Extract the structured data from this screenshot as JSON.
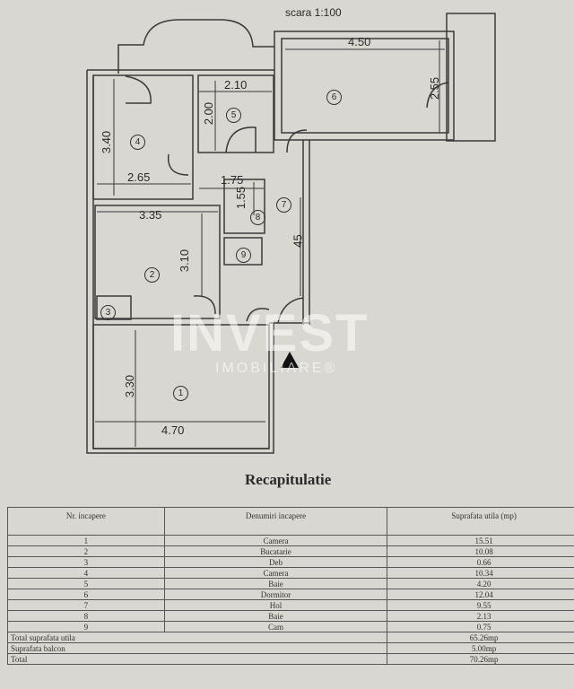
{
  "scale": "scara 1:100",
  "plan": {
    "dimensions": {
      "d450": "4.50",
      "d255": "2.55",
      "d210": "2.10",
      "d200": "2.00",
      "d340": "3.40",
      "d265": "2.65",
      "d175": "1.75",
      "d155": "1.55",
      "d335": "3.35",
      "d310": "3.10",
      "d45": "45",
      "d330": "3.30",
      "d470": "4.70"
    },
    "rooms": [
      "1",
      "2",
      "3",
      "4",
      "5",
      "6",
      "7",
      "8",
      "9"
    ]
  },
  "watermark": {
    "brand": "INVEST",
    "sub": "IMOBILIARE®"
  },
  "summary": {
    "title": "Recapitulatie",
    "headers": [
      "Nr. incapere",
      "Denumiri incapere",
      "Suprafata utila (mp)"
    ],
    "rows": [
      {
        "nr": "1",
        "name": "Camera",
        "area": "15.51"
      },
      {
        "nr": "2",
        "name": "Bucatarie",
        "area": "10.08"
      },
      {
        "nr": "3",
        "name": "Deb",
        "area": "0.66"
      },
      {
        "nr": "4",
        "name": "Camera",
        "area": "10.34"
      },
      {
        "nr": "5",
        "name": "Baie",
        "area": "4.20"
      },
      {
        "nr": "6",
        "name": "Dormitor",
        "area": "12.04"
      },
      {
        "nr": "7",
        "name": "Hol",
        "area": "9.55"
      },
      {
        "nr": "8",
        "name": "Baie",
        "area": "2.13"
      },
      {
        "nr": "9",
        "name": "Cam",
        "area": "0.75"
      }
    ],
    "totals": [
      {
        "label": "Total suprafata utila",
        "value": "65.26mp"
      },
      {
        "label": "Suprafata balcon",
        "value": "5.00mp"
      },
      {
        "label": "Total",
        "value": "70.26mp"
      }
    ]
  }
}
